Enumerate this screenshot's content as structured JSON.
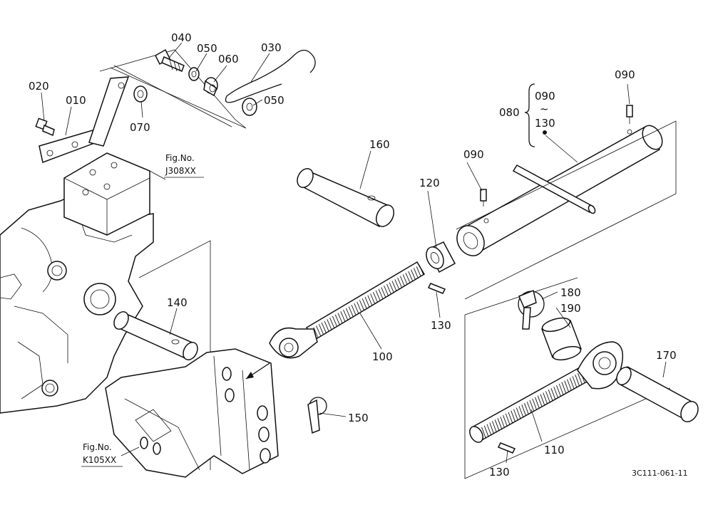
{
  "callouts": {
    "p010": "010",
    "p020": "020",
    "p030": "030",
    "p040": "040",
    "p050a": "050",
    "p050b": "050",
    "p060": "060",
    "p070": "070",
    "p080": "080",
    "p080_range_start": "090",
    "p080_range_tilde": "~",
    "p080_range_end": "130",
    "p090a": "090",
    "p090b": "090",
    "p100": "100",
    "p110": "110",
    "p120": "120",
    "p130a": "130",
    "p130b": "130",
    "p140": "140",
    "p150": "150",
    "p160": "160",
    "p170": "170",
    "p180": "180",
    "p190": "190"
  },
  "references": {
    "fig1_title": "Fig.No.",
    "fig1_code": "J308XX",
    "fig2_title": "Fig.No.",
    "fig2_code": "K105XX"
  },
  "drawing_code": "3C111-061-11"
}
